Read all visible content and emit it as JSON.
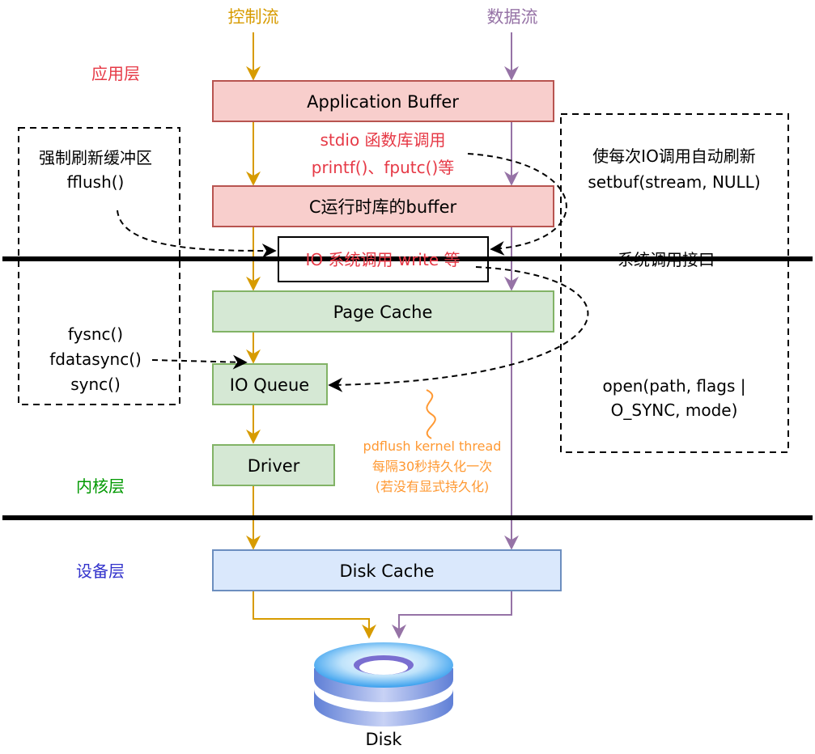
{
  "flows": {
    "control_label": "控制流",
    "data_label": "数据流"
  },
  "layers": {
    "app": "应用层",
    "kernel": "内核层",
    "device": "设备层"
  },
  "boxes": {
    "app_buffer": "Application Buffer",
    "c_runtime_buffer": "C运行时库的buffer",
    "io_syscall": "IO 系统调用 write 等",
    "page_cache": "Page Cache",
    "io_queue": "IO Queue",
    "driver": "Driver",
    "disk_cache": "Disk Cache",
    "disk": "Disk"
  },
  "annotations": {
    "stdio_line1": "stdio 函数库调用",
    "stdio_line2": "printf()、fputc()等",
    "syscall_interface": "系统调用接口",
    "force_flush_line1": "强制刷新缓冲区",
    "force_flush_line2": "fflush()",
    "fsync_line1": "fysnc()",
    "fsync_line2": "fdatasync()",
    "fsync_line3": "sync()",
    "auto_flush_line1": "使每次IO调用自动刷新",
    "auto_flush_line2": "setbuf(stream, NULL)",
    "open_line1": "open(path, flags |",
    "open_line2": "O_SYNC, mode)",
    "pdflush_line1": "pdflush kernel thread",
    "pdflush_line2": "每隔30秒持久化一次",
    "pdflush_line3": "(若没有显式持久化)"
  },
  "colors": {
    "control_flow": "#D79B00",
    "data_flow": "#9673A6",
    "app_layer": "#E63946",
    "kernel_layer": "#009900",
    "device_layer": "#3333CC",
    "red_box_fill": "#F8CECC",
    "red_box_stroke": "#B85450",
    "green_box_fill": "#D5E8D4",
    "green_box_stroke": "#82B366",
    "blue_box_fill": "#DAE8FC",
    "blue_box_stroke": "#6C8EBF",
    "pdflush_text": "#FF9933"
  }
}
